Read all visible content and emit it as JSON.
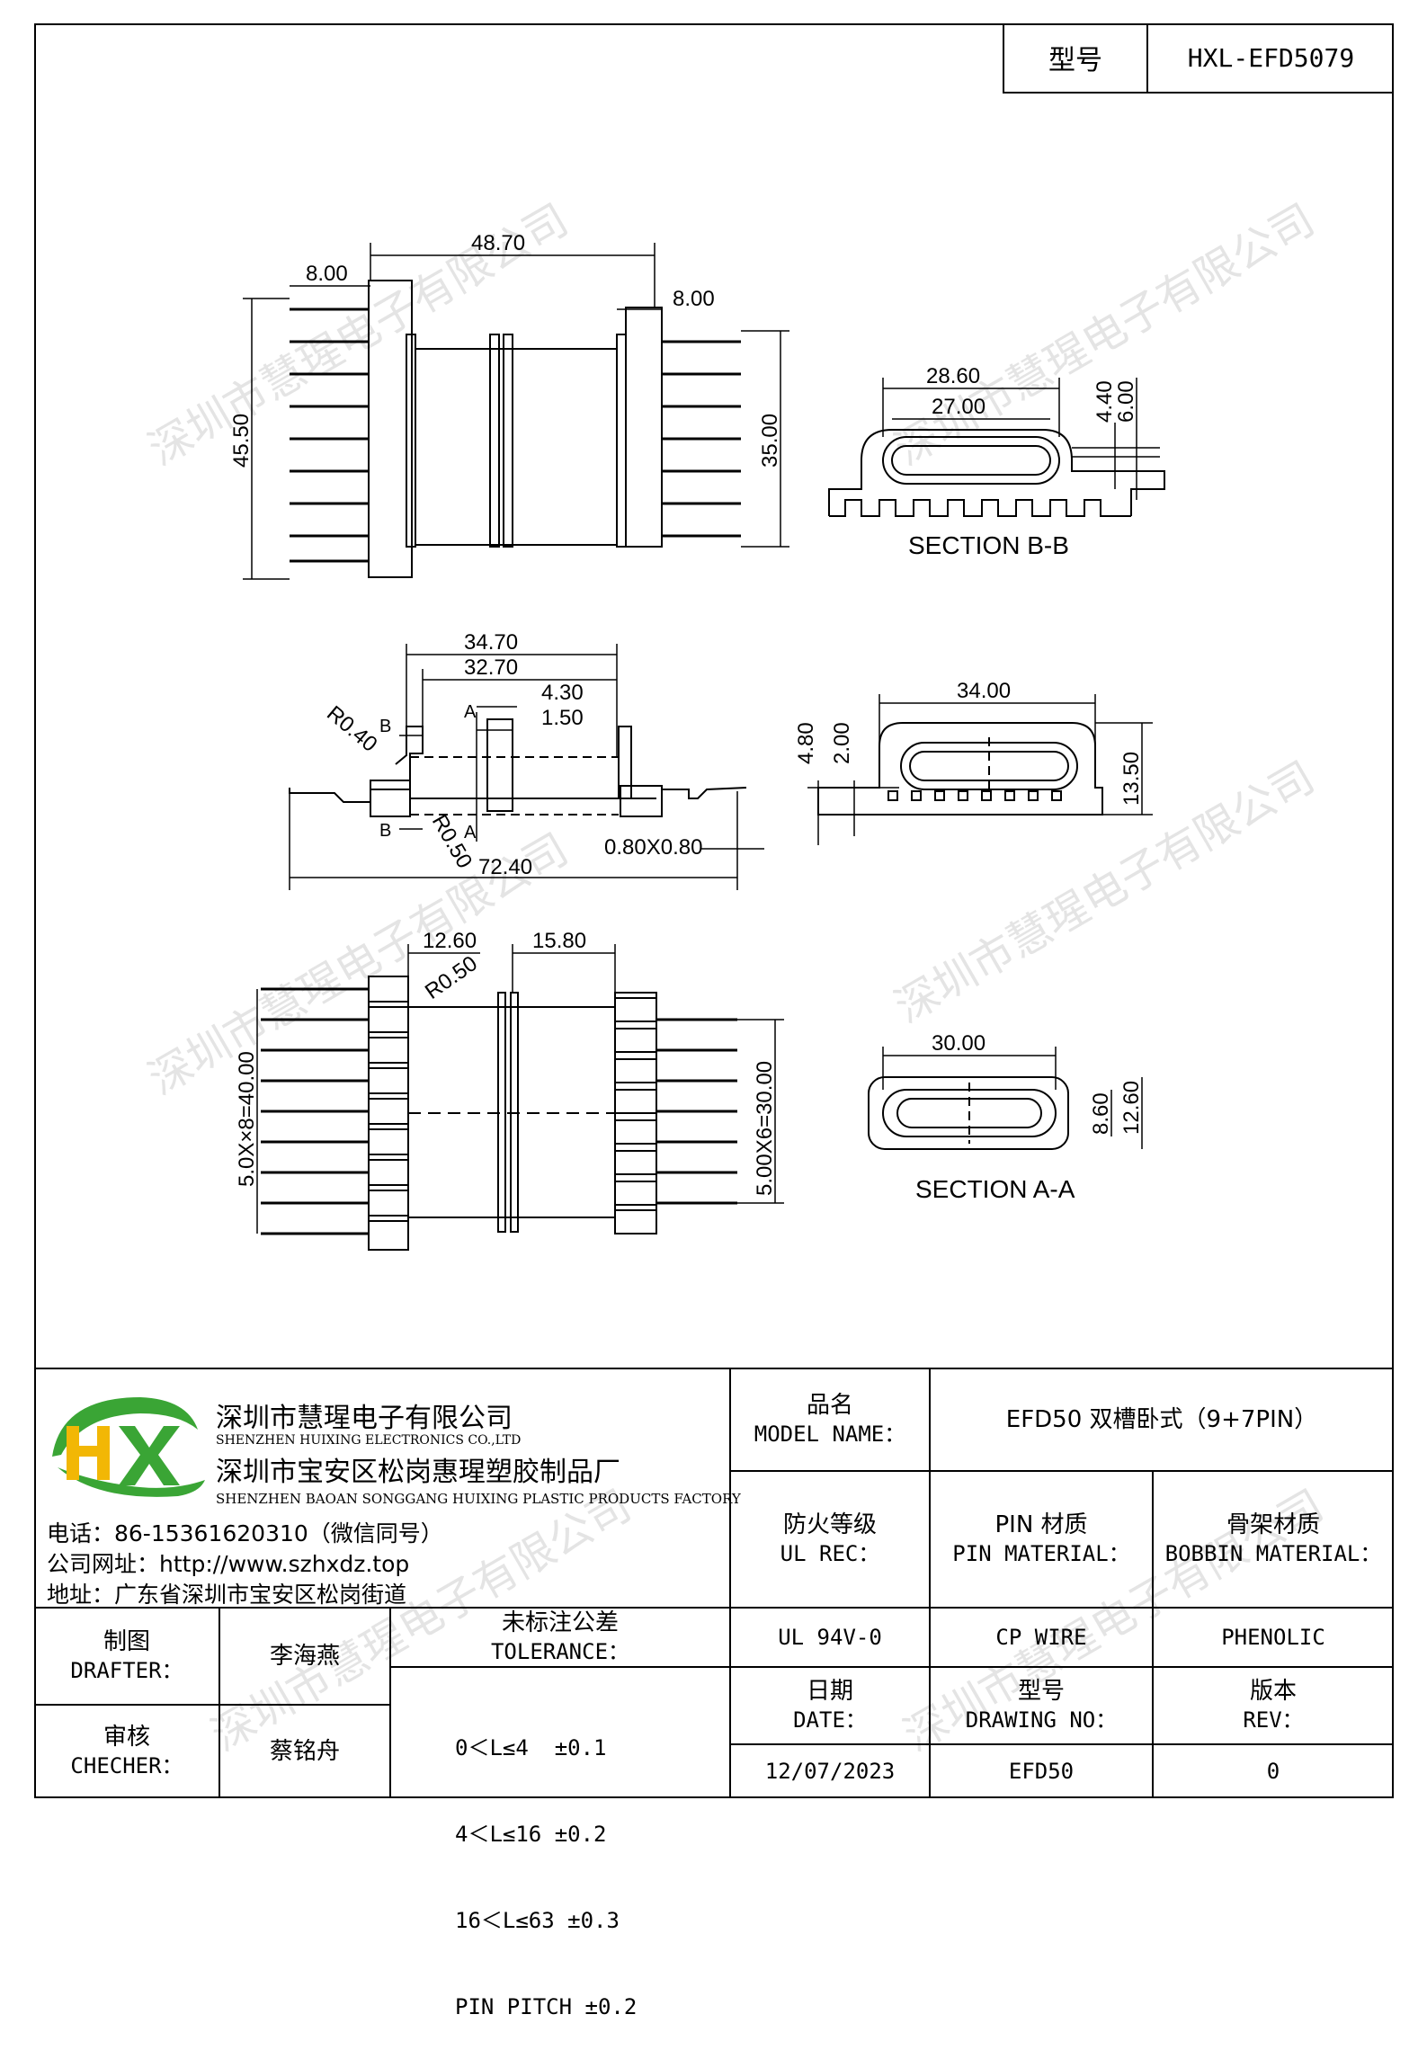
{
  "header": {
    "model_label": "型号",
    "model_value": "HXL-EFD5079"
  },
  "watermark": "深圳市慧瑆电子有限公司",
  "dimensions": {
    "A": "48.70",
    "B": "8.00",
    "C": "8.00",
    "D": "45.50",
    "E": "35.00",
    "F": "28.60",
    "G": "27.00",
    "H": "4.40",
    "I": "6.00",
    "J": "34.70",
    "K": "32.70",
    "L": "4.30",
    "M": "1.50",
    "N": "0.80X0.80",
    "O": "72.40",
    "P": "4.80",
    "Q": "2.00",
    "R": "34.00",
    "S": "13.50",
    "T": "12.60",
    "U": "15.80",
    "V": "5.0X×8=40.00",
    "W": "5.00X6=30.00",
    "X": "30.00",
    "Y": "8.60",
    "Z": "12.60",
    "R040": "R0.40",
    "R050a": "R0.50",
    "R050b": "R0.50"
  },
  "section_labels": {
    "bb": "SECTION B-B",
    "aa": "SECTION A-A",
    "a": "A",
    "b": "B"
  },
  "company": {
    "logo_text": "HX",
    "name_cn": "深圳市慧瑆电子有限公司",
    "name_en": "SHENZHEN HUIXING ELECTRONICS CO.,LTD",
    "factory_cn": "深圳市宝安区松岗惠瑆塑胶制品厂",
    "factory_en": "SHENZHEN BAOAN SONGGANG HUIXING PLASTIC PRODUCTS FACTORY",
    "phone": "电话：86-15361620310（微信同号）",
    "website": "公司网址：http://www.szhxdz.top",
    "address": "地址：广东省深圳市宝安区松岗街道"
  },
  "titleblock": {
    "model_name_cn": "品名",
    "model_name_en": "MODEL NAME：",
    "model_name_value": "EFD50 双槽卧式（9+7PIN）",
    "ul_cn": "防火等级",
    "ul_en": "UL REC：",
    "ul_value": "UL 94V-0",
    "pin_cn": "PIN 材质",
    "pin_en": "PIN MATERIAL：",
    "pin_value": "CP WIRE",
    "bobbin_cn": "骨架材质",
    "bobbin_en": "BOBBIN MATERIAL：",
    "bobbin_value": "PHENOLIC",
    "drafter_cn": "制图",
    "drafter_en": "DRAFTER：",
    "drafter_value": "李海燕",
    "checker_cn": "审核",
    "checker_en": "CHECHER：",
    "checker_value": "蔡铭舟",
    "tol_cn": "未标注公差",
    "tol_en": "TOLERANCE：",
    "tol_lines": [
      "0＜L≤4  ±0.1",
      "4＜L≤16 ±0.2",
      "16＜L≤63 ±0.3",
      "PIN PITCH ±0.2"
    ],
    "date_cn": "日期",
    "date_en": "DATE：",
    "date_value": "12/07/2023",
    "drawing_cn": "型号",
    "drawing_en": "DRAWING NO：",
    "drawing_value": "EFD50",
    "rev_cn": "版本",
    "rev_en": "REV：",
    "rev_value": "0"
  },
  "colors": {
    "logo_green": "#3aa535",
    "logo_yellow": "#f2b705",
    "logo_blue": "#1e5aa8"
  }
}
